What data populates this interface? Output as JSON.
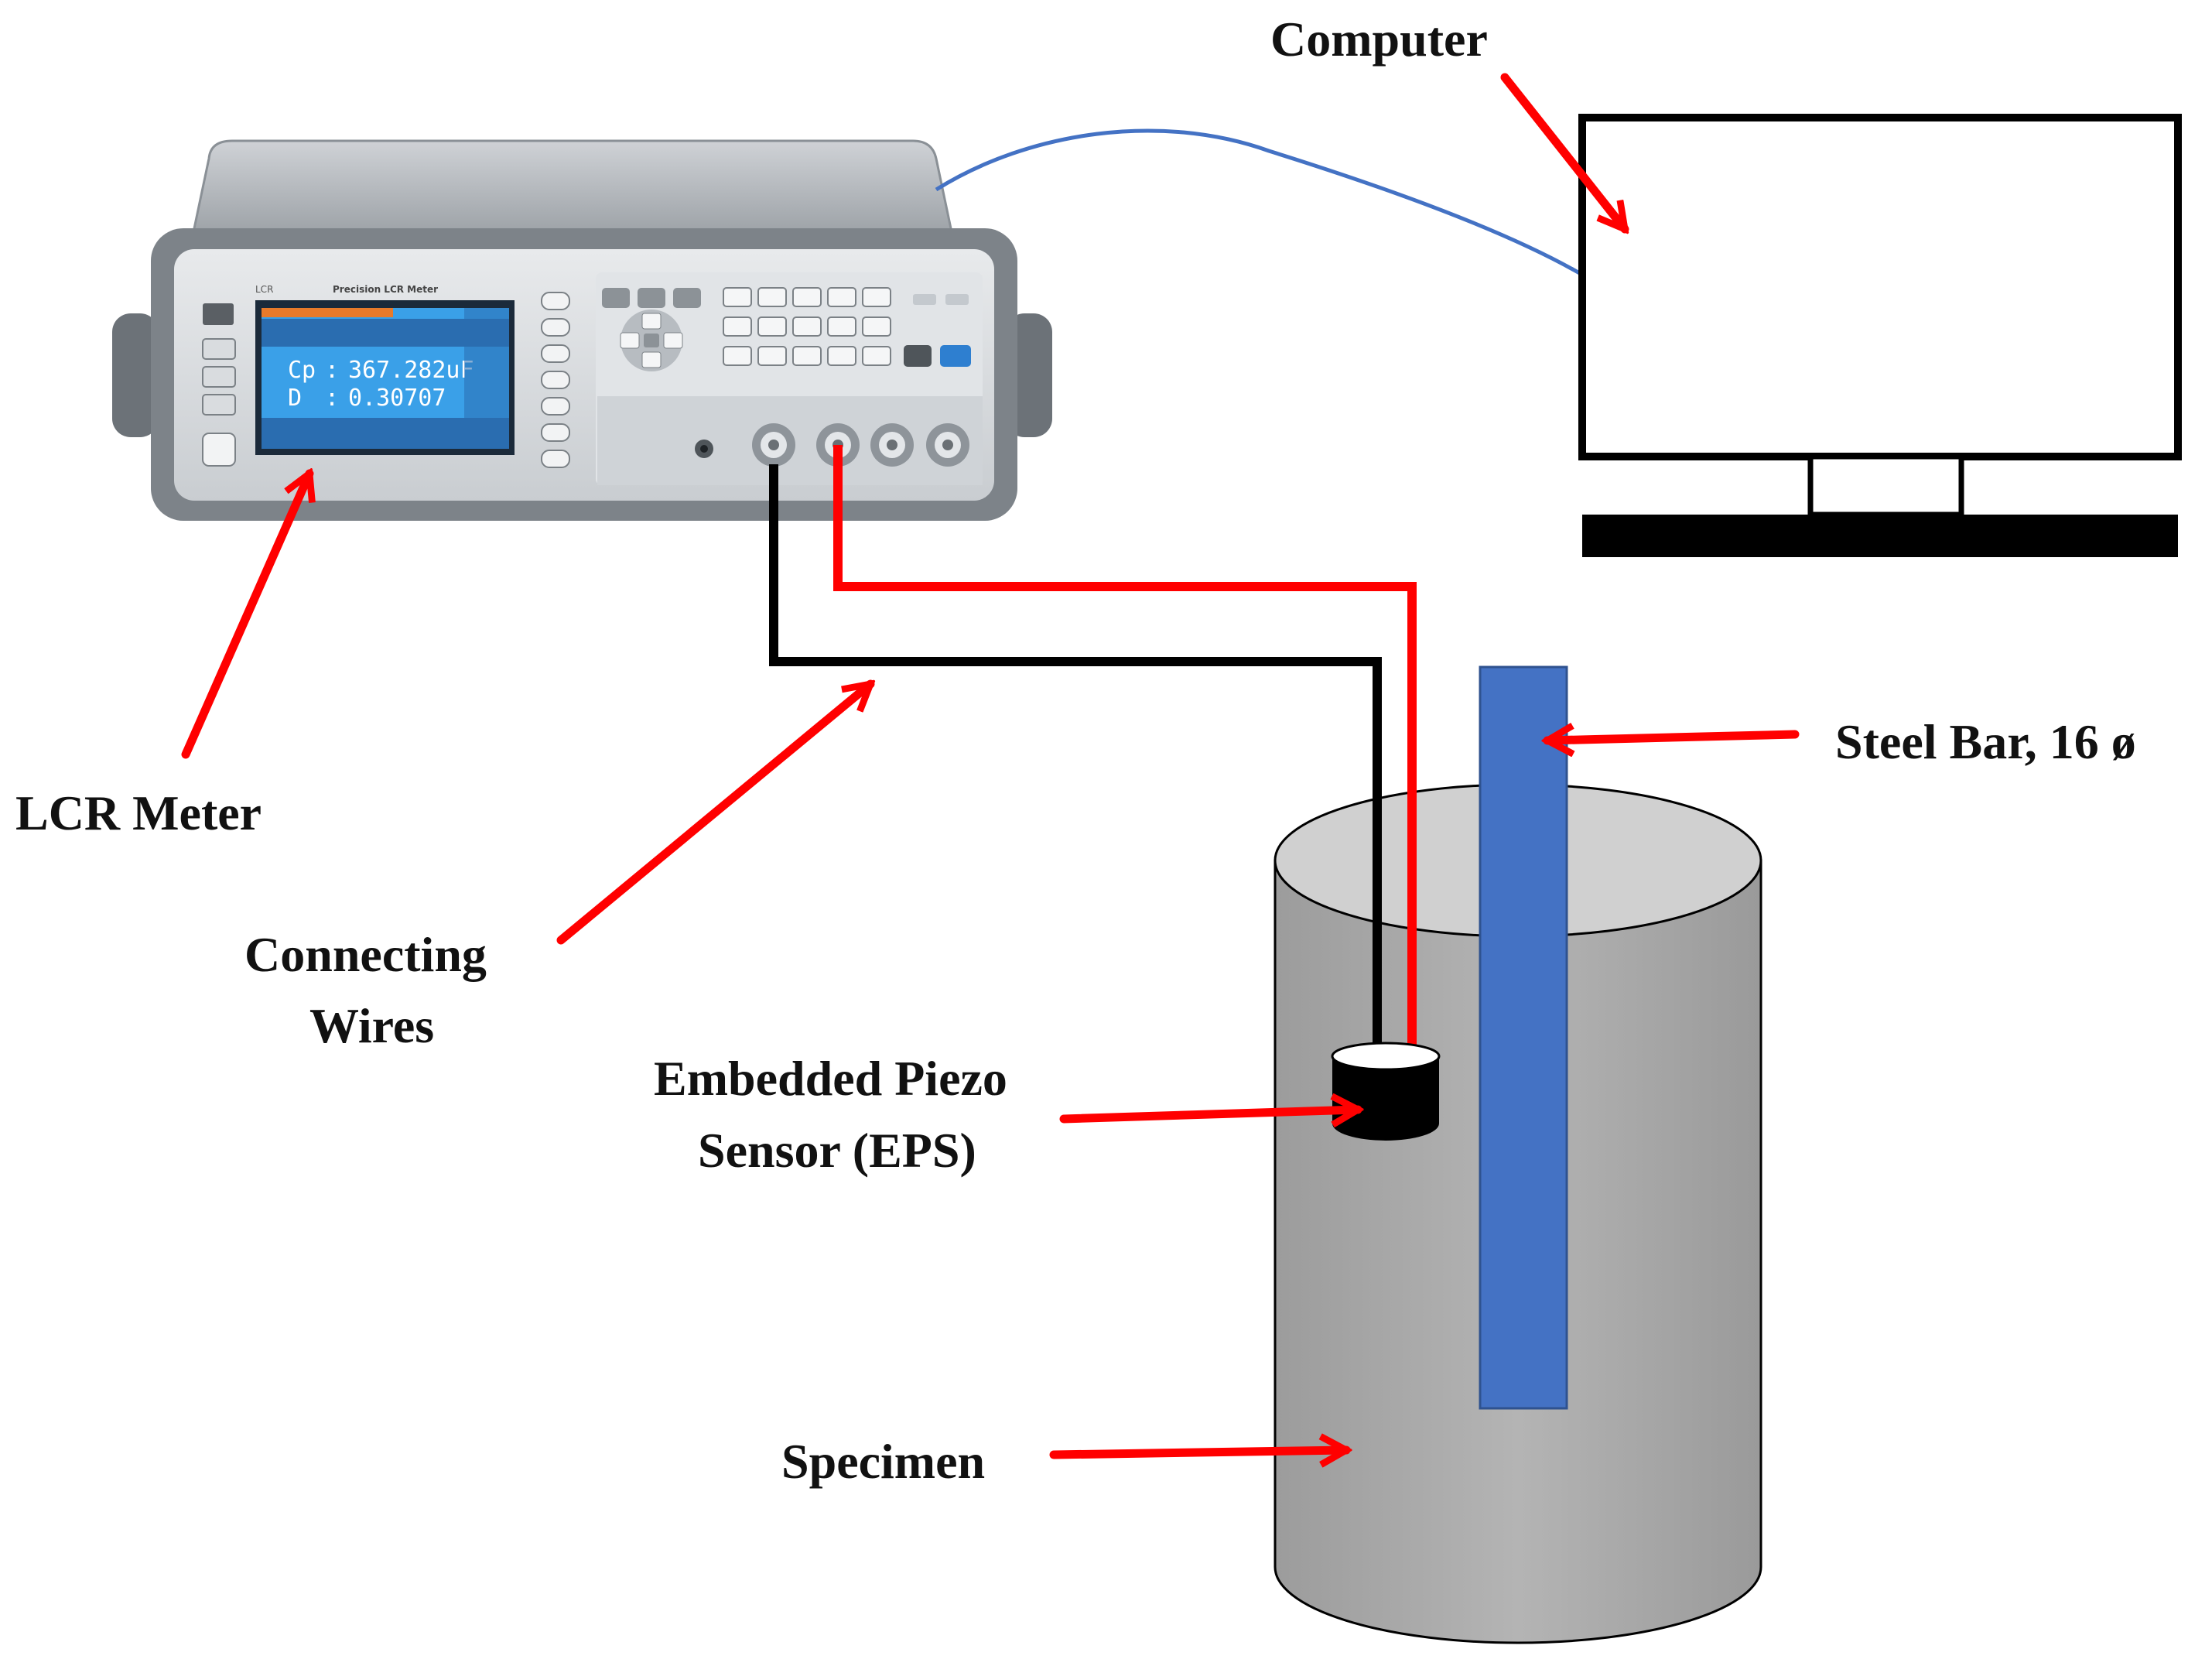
{
  "labels": {
    "computer": "Computer",
    "lcr_meter": "LCR Meter",
    "connecting_wires_line1": "Connecting",
    "connecting_wires_line2": "Wires",
    "embedded_piezo_line1": "Embedded Piezo",
    "embedded_piezo_line2": "Sensor (EPS)",
    "steel_bar": "Steel Bar, 16 ø",
    "specimen": "Specimen"
  },
  "meter": {
    "brand": "LCR",
    "model": "Precision LCR Meter",
    "screen": {
      "primary_param": "Cp",
      "primary_sep": ":",
      "primary_value": "367.282uF",
      "secondary_param": "D",
      "secondary_sep": ":",
      "secondary_value": "0.30707"
    }
  },
  "colors": {
    "arrow": "#ff0000",
    "usb_cable": "#4472c4",
    "wire_red": "#ff0000",
    "wire_black": "#000000",
    "steel_bar": "#4472c4",
    "specimen_body": "#a6a6a6",
    "specimen_top": "#d0d0d0",
    "sensor": "#000000",
    "meter_screen": "#3aa0e8"
  }
}
